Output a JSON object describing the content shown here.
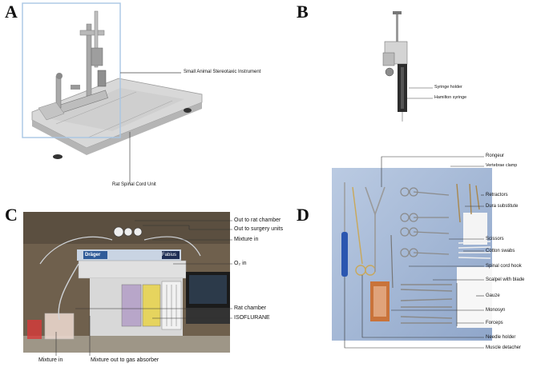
{
  "panels": {
    "a": {
      "letter": "A",
      "labels": {
        "instrument": "Small Animal Stereotaxic Instrument",
        "unit": "Rat Spinal Cord Unit"
      }
    },
    "b": {
      "letter": "B",
      "labels": {
        "syringe_holder": "Syringe holder",
        "hamilton_syringe": "Hamilton syringe"
      }
    },
    "c": {
      "letter": "C",
      "brand": "Dräger",
      "model": "Fabius",
      "labels": {
        "out_rat_chamber": "Out to rat chamber",
        "out_surgery": "Out to surgery units",
        "mixture_in_top": "Mixture in",
        "o2_in": "O₂ in",
        "rat_chamber": "Rat chamber",
        "isoflurane": "ISOFLURANE",
        "mixture_in_bottom": "Mixture in",
        "mixture_out": "Mixture out to gas absorber"
      }
    },
    "d": {
      "letter": "D",
      "labels": {
        "rongeur": "Rongeur",
        "vertebrae_clamp": "Vertebrae clamp",
        "retractors": "Retractors",
        "dura_substitute": "Dura substitute",
        "scissors": "Scissors",
        "cotton_swabs": "Cotton swabs",
        "spinal_cord_hook": "Spinal cord hook",
        "scalpel": "Scalpel with blade",
        "gauze": "Gauze",
        "monosyn": "Monosyn",
        "forceps": "Forceps",
        "needle_holder": "Needle holder",
        "muscle_detacher": "Muscle detacher"
      }
    }
  },
  "colors": {
    "frame_blue": "#a9c6e3",
    "leader_line": "#444444",
    "drape_blue": "#9db4d6",
    "lab_bg": "#7a6a55"
  }
}
